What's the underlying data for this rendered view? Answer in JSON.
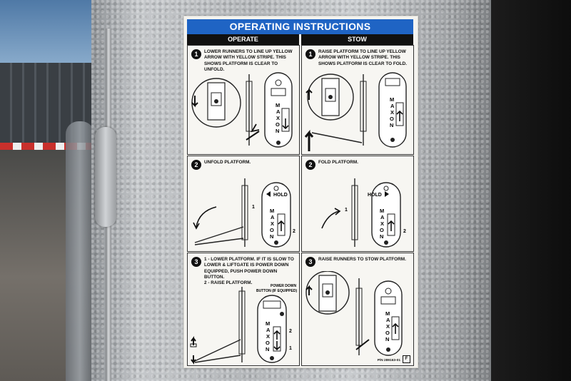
{
  "sign": {
    "title": "OPERATING INSTRUCTIONS",
    "columns": [
      "OPERATE",
      "STOW"
    ],
    "brand_letters": [
      "M",
      "A",
      "X",
      "O",
      "N"
    ],
    "hold_label": "HOLD",
    "power_down_label_1": "POWER DOWN",
    "power_down_label_2": "BUTTON (IF EQUIPPED)",
    "callouts": [
      "1",
      "2"
    ],
    "part_number": "P/N 289163-01",
    "revision": "F",
    "operate_steps": [
      {
        "num": "1",
        "lines": [
          "LOWER RUNNERS TO LINE UP YELLOW",
          "ARROW  WITH YELLOW STRIPE. THIS",
          "SHOWS PLATFORM IS CLEAR TO UNFOLD."
        ]
      },
      {
        "num": "2",
        "lines": [
          "UNFOLD PLATFORM."
        ]
      },
      {
        "num": "3",
        "lines": [
          "1 - LOWER PLATFORM. IF IT IS SLOW TO",
          "LOWER & LIFTGATE IS POWER DOWN",
          "EQUIPPED, PUSH POWER DOWN BUTTON.",
          "2 - RAISE PLATFORM."
        ]
      }
    ],
    "stow_steps": [
      {
        "num": "1",
        "lines": [
          "RAISE PLATFORM TO LINE UP YELLOW",
          "ARROW  WITH YELLOW STRIPE. THIS",
          "SHOWS PLATFORM IS CLEAR TO FOLD."
        ]
      },
      {
        "num": "2",
        "lines": [
          "FOLD PLATFORM."
        ]
      },
      {
        "num": "3",
        "lines": [
          "RAISE RUNNERS TO STOW PLATFORM."
        ]
      }
    ]
  },
  "colors": {
    "title_bar": "#1f64c4",
    "column_header": "#111111",
    "label_bg": "#f4f3ef"
  },
  "icons": [
    "down-arrow-icon",
    "up-arrow-icon",
    "curved-arrow-icon",
    "control-box-icon",
    "runner-icon"
  ]
}
